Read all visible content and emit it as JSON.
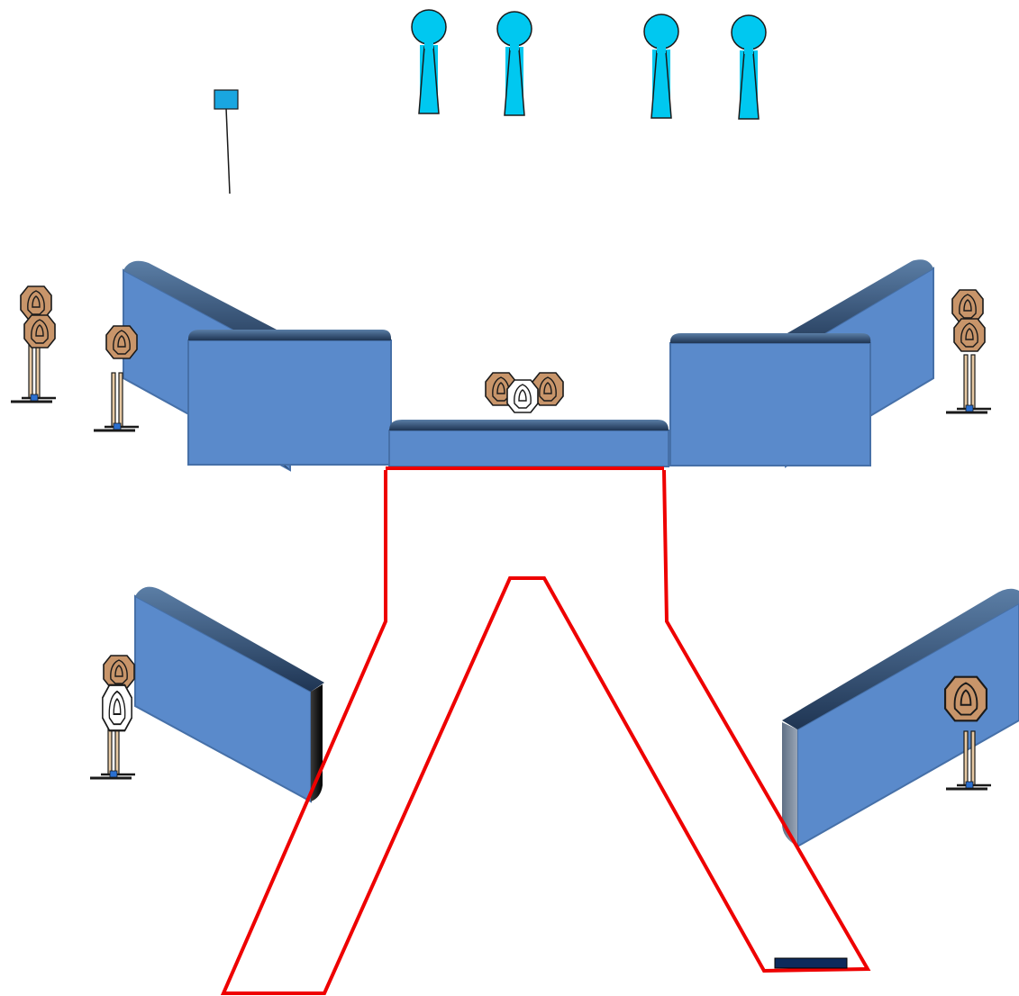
{
  "stage": {
    "type": "shooting-stage-diagram",
    "description_visible_text": ""
  },
  "colors": {
    "wall_face": "#5a8acb",
    "wall_top": "#2e4a6e",
    "wall_edge": "#4670a8",
    "fault_line": "#ee0000",
    "popper": "#00c8f0",
    "target_brown": "#c8956a",
    "target_white": "#ffffff",
    "stand_tan": "#e7c9a3",
    "stand_base": "#2a4a80",
    "start_box": "#0d2a5c",
    "flag": "#19a6e0"
  },
  "elements": {
    "poppers": [
      {
        "name": "popper-1"
      },
      {
        "name": "popper-2"
      },
      {
        "name": "popper-3"
      },
      {
        "name": "popper-4"
      }
    ],
    "walls": [
      {
        "name": "wall-back-left-angled"
      },
      {
        "name": "wall-back-left"
      },
      {
        "name": "wall-center-low"
      },
      {
        "name": "wall-back-right"
      },
      {
        "name": "wall-back-right-angled"
      },
      {
        "name": "wall-front-left"
      },
      {
        "name": "wall-front-right"
      }
    ],
    "targets": [
      {
        "name": "target-group-far-left",
        "count": 2,
        "no_shoot": 0
      },
      {
        "name": "target-left",
        "count": 1,
        "no_shoot": 0
      },
      {
        "name": "target-group-center",
        "count": 2,
        "no_shoot": 1
      },
      {
        "name": "target-group-far-right",
        "count": 2,
        "no_shoot": 0
      },
      {
        "name": "target-group-lower-left",
        "count": 1,
        "no_shoot": 1
      },
      {
        "name": "target-lower-right",
        "count": 1,
        "no_shoot": 0
      }
    ],
    "start_position": {
      "name": "start-box"
    },
    "activator_flag": {
      "name": "flag-marker"
    }
  }
}
